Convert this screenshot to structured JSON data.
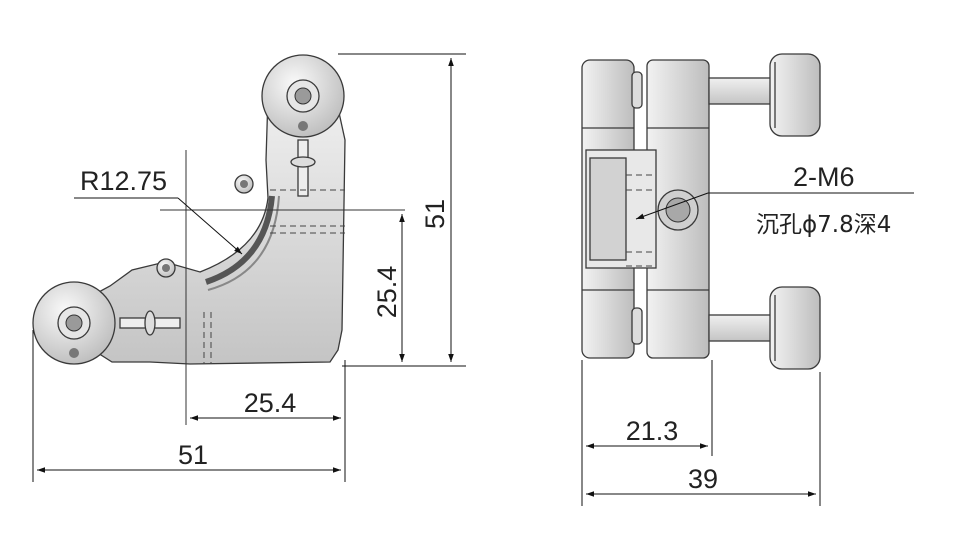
{
  "front_view": {
    "radius_label": "R12.75",
    "height_label": "51",
    "inner_height_label": "25.4",
    "inner_width_label": "25.4",
    "width_label": "51"
  },
  "side_view": {
    "thread_label": "2-M6",
    "counterbore_label": "沉孔ϕ7.8深4",
    "partial_width_label": "21.3",
    "width_label": "39"
  }
}
